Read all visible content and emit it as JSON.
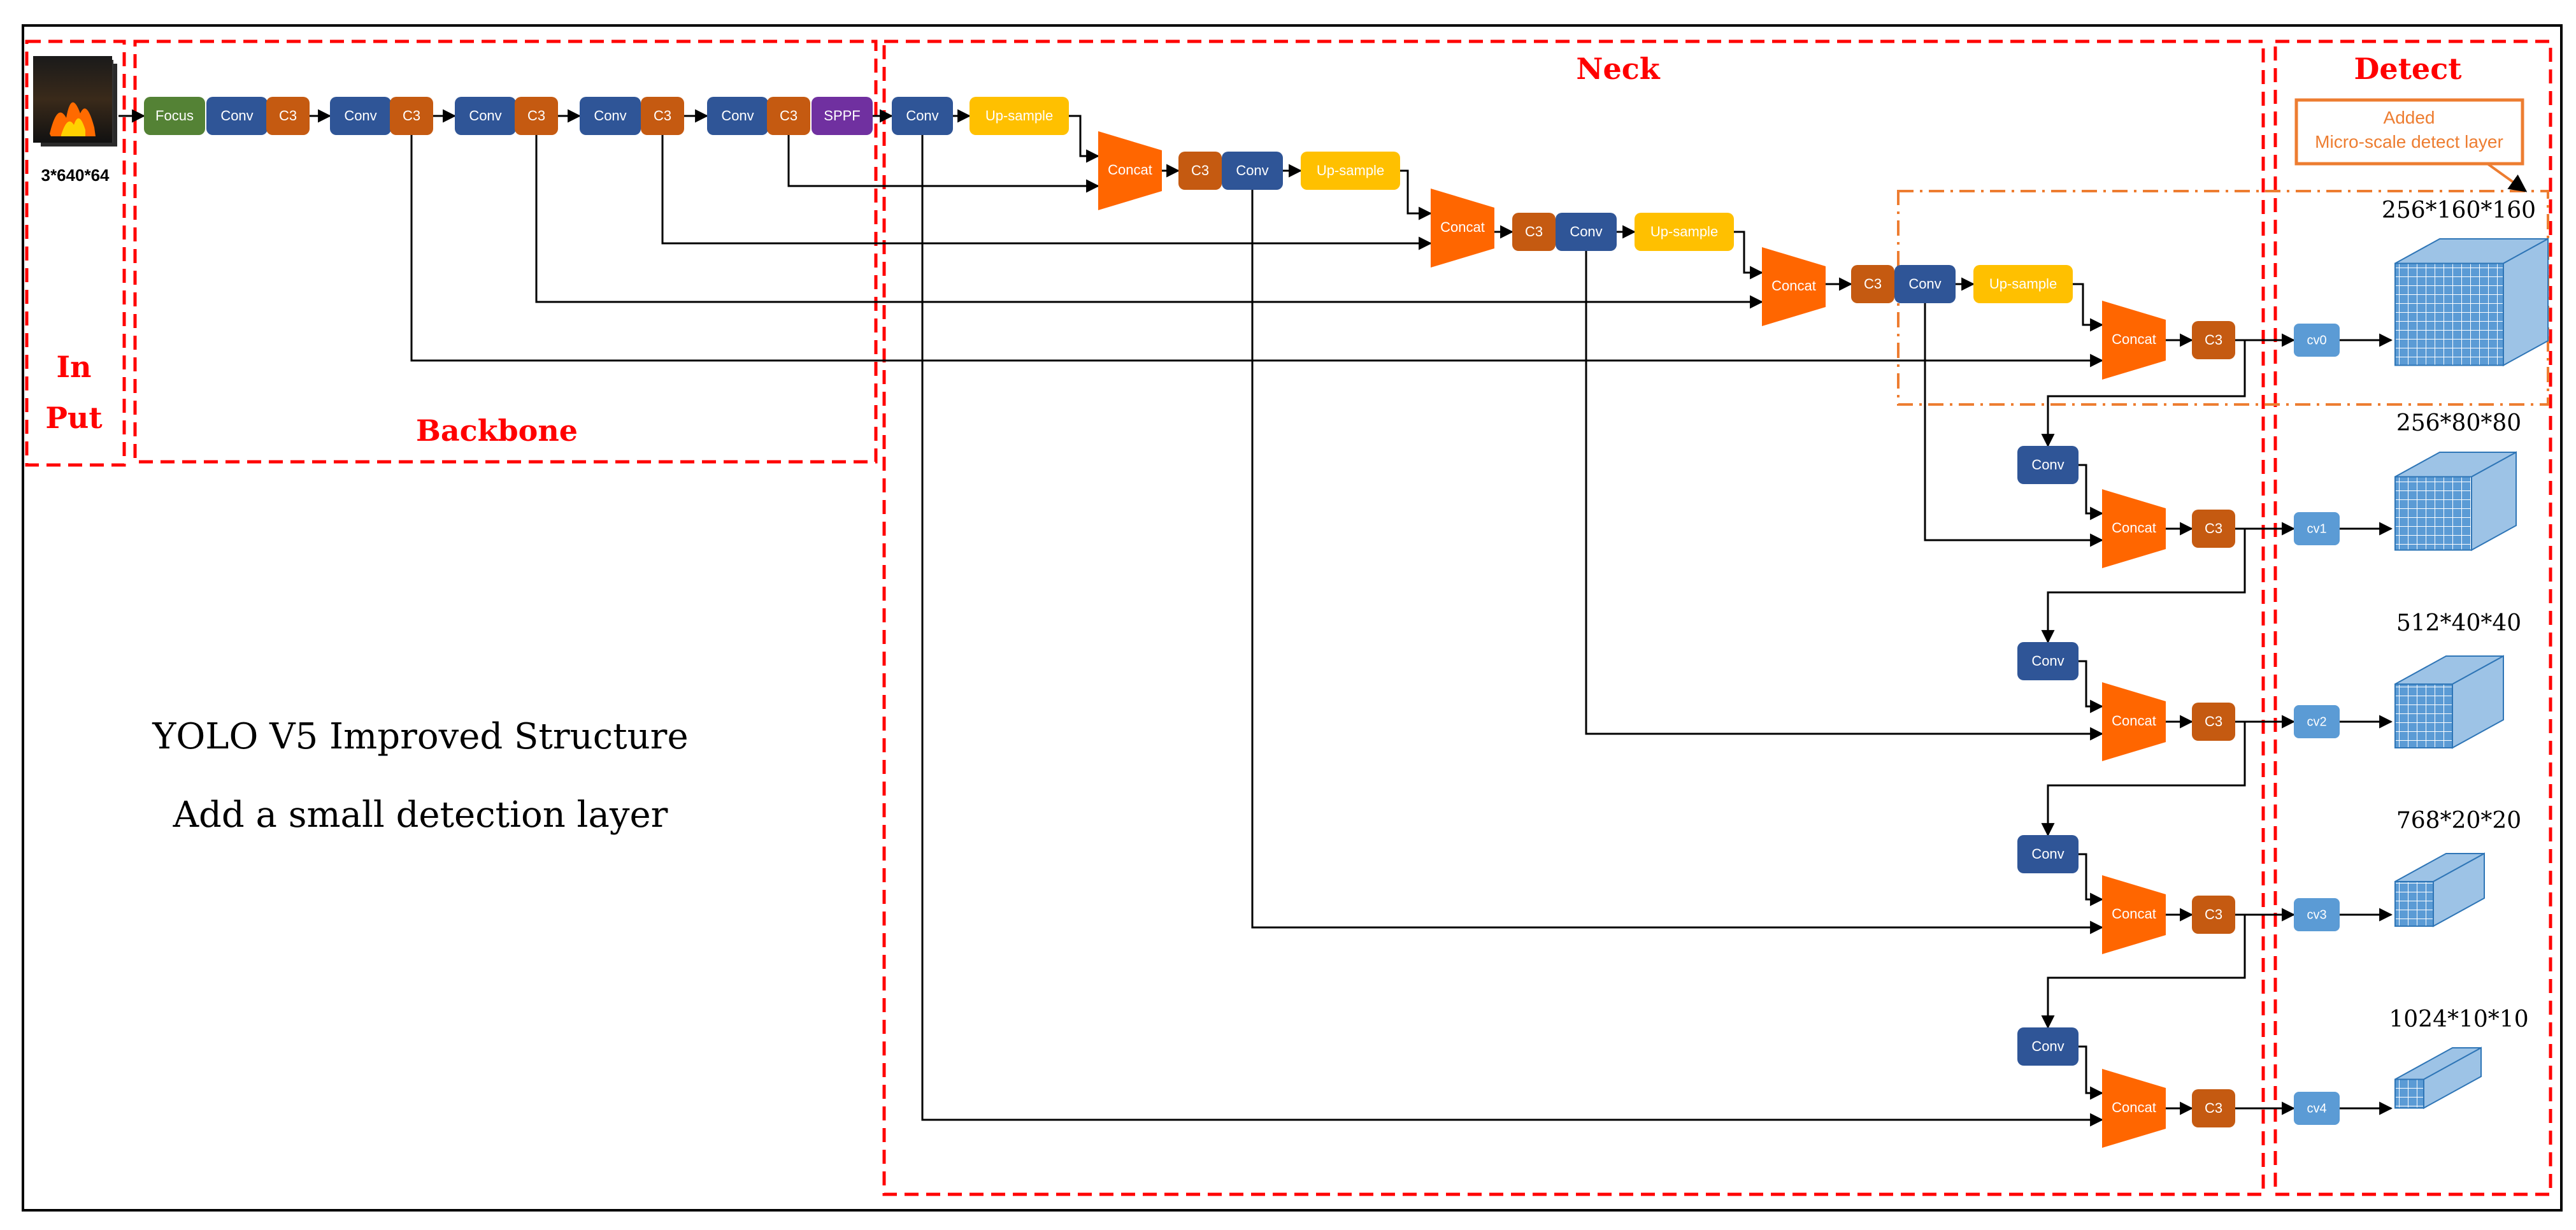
{
  "sections": {
    "input_line1": "In",
    "input_line2": "Put",
    "backbone": "Backbone",
    "neck": "Neck",
    "detect": "Detect"
  },
  "input_size": "3*640*64",
  "annotation": "Added\nMicro-scale detect layer",
  "annotation_line1": "Added",
  "annotation_line2": "Micro-scale detect layer",
  "caption_line1": "YOLO V5 Improved Structure",
  "caption_line2": "Add a small detection layer",
  "block_labels": {
    "focus": "Focus",
    "conv": "Conv",
    "c3": "C3",
    "sppf": "SPPF",
    "upsample": "Up-sample",
    "concat": "Concat"
  },
  "detect_heads": [
    {
      "label": "cv0",
      "size": "256*160*160"
    },
    {
      "label": "cv1",
      "size": "256*80*80"
    },
    {
      "label": "cv2",
      "size": "512*40*40"
    },
    {
      "label": "cv3",
      "size": "768*20*20"
    },
    {
      "label": "cv4",
      "size": "1024*10*10"
    }
  ],
  "colors": {
    "focus": "#548235",
    "conv": "#2f5597",
    "c3": "#c55a11",
    "sppf": "#7030a0",
    "upsample": "#ffc000",
    "concat": "#ff6600",
    "cv": "#5b9bd5",
    "cube": "#9dc3e6",
    "dashed_red": "#ff0000",
    "annotation": "#ed7d31",
    "title_red": "#ff0000"
  },
  "icons": {
    "input_image": "fire-image-icon"
  }
}
